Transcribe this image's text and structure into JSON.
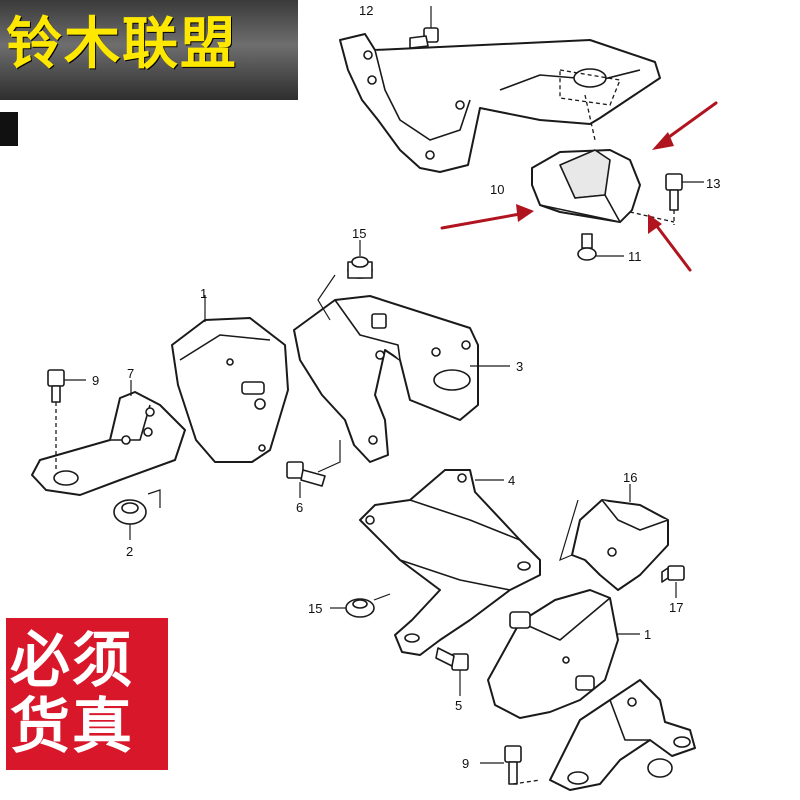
{
  "banner_top": {
    "text": "铃木联盟",
    "text_color": "#ffe800"
  },
  "banner_bottom": {
    "text": "必须货真",
    "bg_color": "#d8182a"
  },
  "arrow_color": "#b0141e",
  "labels": {
    "l12": "12",
    "l10": "10",
    "l13": "13",
    "l11": "11",
    "l15a": "15",
    "l1a": "1",
    "l3": "3",
    "l9a": "9",
    "l7": "7",
    "l6": "6",
    "l2": "2",
    "l4": "4",
    "l16": "16",
    "l17": "17",
    "l15b": "15",
    "l1b": "1",
    "l5": "5",
    "l9b": "9"
  }
}
